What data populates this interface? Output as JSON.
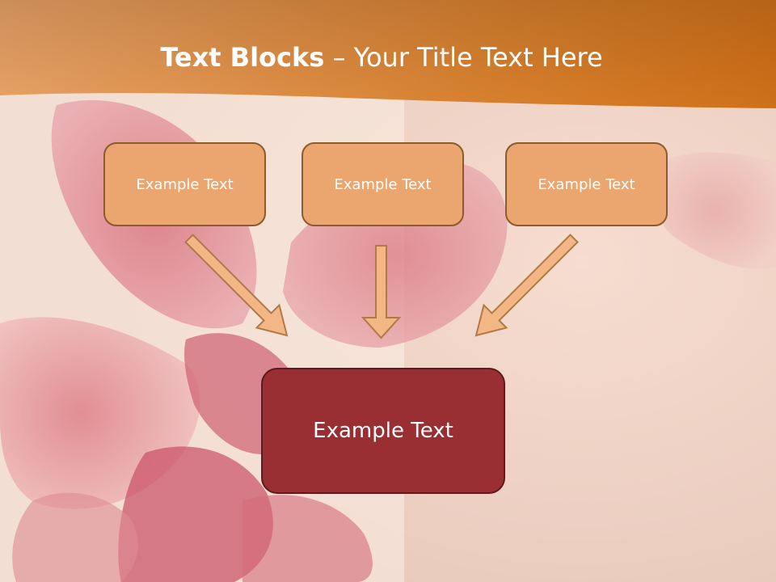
{
  "slide": {
    "title_bold": "Text Blocks",
    "title_rest": " – Your Title Text Here",
    "boxes": [
      {
        "label": "Example Text"
      },
      {
        "label": "Example Text"
      },
      {
        "label": "Example Text"
      }
    ],
    "main_box": {
      "label": "Example Text"
    }
  },
  "colors": {
    "header_orange": "#d9792a",
    "box_fill": "#eba670",
    "box_border": "#8d5a2c",
    "main_fill": "#992e33",
    "arrow_fill": "#f2b784"
  }
}
